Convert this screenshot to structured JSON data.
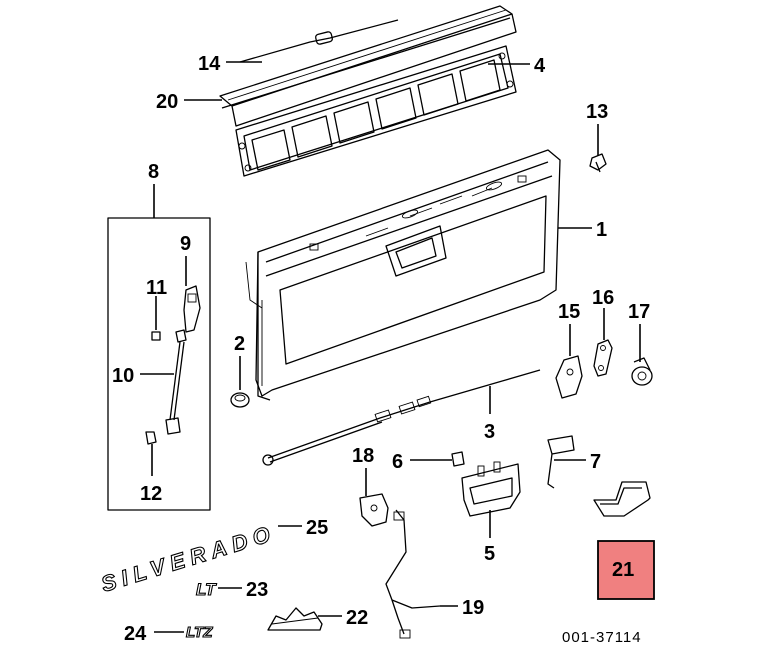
{
  "callouts": [
    {
      "id": "1",
      "label": "1"
    },
    {
      "id": "2",
      "label": "2"
    },
    {
      "id": "3",
      "label": "3"
    },
    {
      "id": "4",
      "label": "4"
    },
    {
      "id": "5",
      "label": "5"
    },
    {
      "id": "6",
      "label": "6"
    },
    {
      "id": "7",
      "label": "7"
    },
    {
      "id": "8",
      "label": "8"
    },
    {
      "id": "9",
      "label": "9"
    },
    {
      "id": "10",
      "label": "10"
    },
    {
      "id": "11",
      "label": "11"
    },
    {
      "id": "12",
      "label": "12"
    },
    {
      "id": "13",
      "label": "13"
    },
    {
      "id": "14",
      "label": "14"
    },
    {
      "id": "15",
      "label": "15"
    },
    {
      "id": "16",
      "label": "16"
    },
    {
      "id": "17",
      "label": "17"
    },
    {
      "id": "18",
      "label": "18"
    },
    {
      "id": "19",
      "label": "19"
    },
    {
      "id": "20",
      "label": "20"
    },
    {
      "id": "21",
      "label": "21"
    },
    {
      "id": "22",
      "label": "22"
    },
    {
      "id": "23",
      "label": "23"
    },
    {
      "id": "24",
      "label": "24"
    },
    {
      "id": "25",
      "label": "25"
    }
  ],
  "highlighted_callout": "21",
  "highlight_color": "#f08080",
  "emblems": {
    "silverado": "SILVERADO",
    "lt": "LT",
    "ltz": "LTZ"
  },
  "reference_code": "001-37114"
}
